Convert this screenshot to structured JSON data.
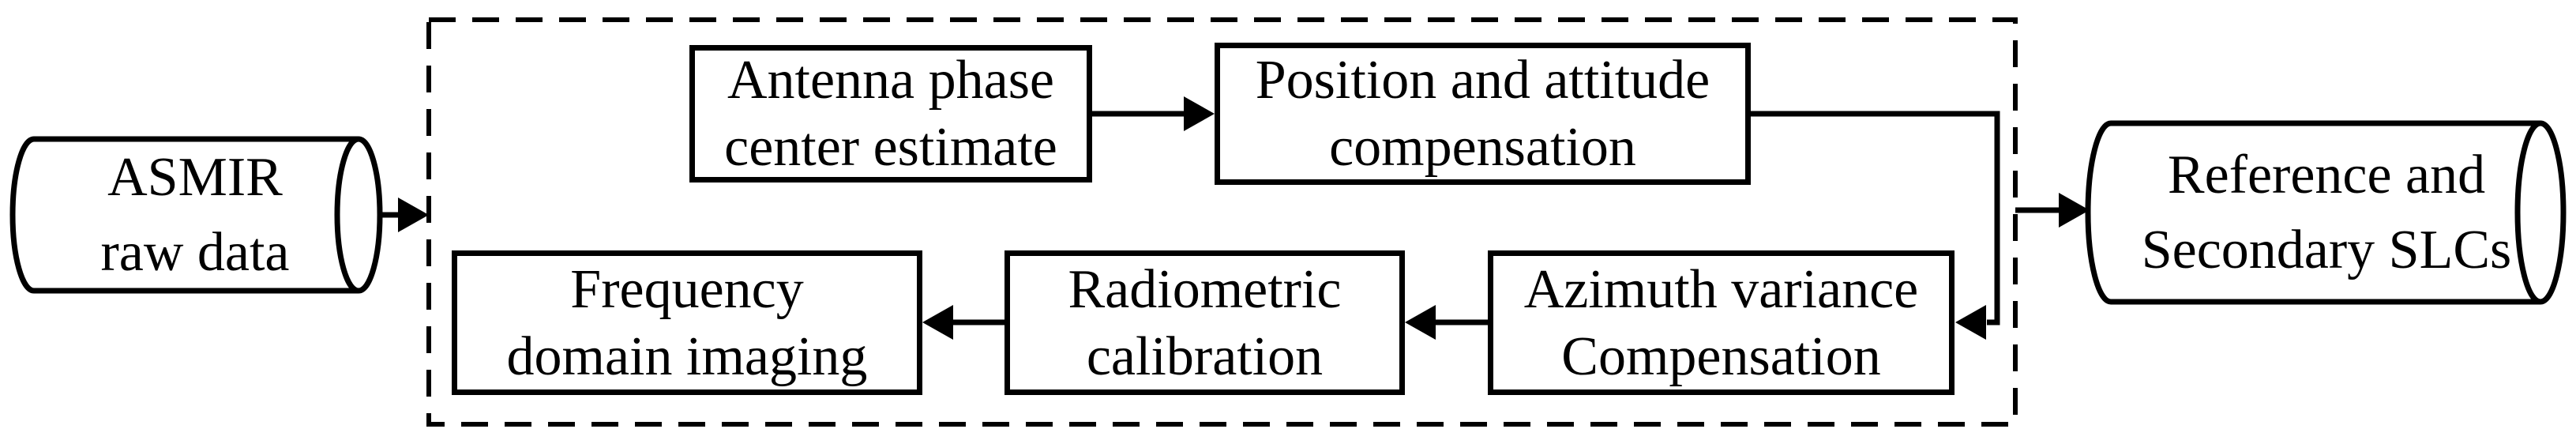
{
  "figure": {
    "kind": "flowchart",
    "background": "#ffffff",
    "stroke_color": "#000000",
    "nodes": {
      "asmir_raw_data": {
        "shape": "cylinder",
        "lines": [
          "ASMIR",
          "raw data"
        ]
      },
      "antenna_phase": {
        "shape": "rect",
        "lines": [
          "Antenna phase",
          "center estimate"
        ]
      },
      "position_attitude": {
        "shape": "rect",
        "lines": [
          "Position and attitude",
          "compensation"
        ]
      },
      "azimuth_variance": {
        "shape": "rect",
        "lines": [
          "Azimuth variance",
          "Compensation"
        ]
      },
      "radiometric": {
        "shape": "rect",
        "lines": [
          "Radiometric",
          "calibration"
        ]
      },
      "frequency_domain": {
        "shape": "rect",
        "lines": [
          "Frequency",
          "domain imaging"
        ]
      },
      "reference_slcs": {
        "shape": "cylinder",
        "lines": [
          "Reference and",
          "Secondary SLCs"
        ]
      }
    },
    "group": {
      "style": "dashed-rectangle",
      "contains": [
        "antenna_phase",
        "position_attitude",
        "azimuth_variance",
        "radiometric",
        "frequency_domain"
      ]
    },
    "edges": [
      {
        "from": "asmir_raw_data",
        "to": "processing_group"
      },
      {
        "from": "antenna_phase",
        "to": "position_attitude"
      },
      {
        "from": "position_attitude",
        "to": "azimuth_variance"
      },
      {
        "from": "azimuth_variance",
        "to": "radiometric"
      },
      {
        "from": "radiometric",
        "to": "frequency_domain"
      },
      {
        "from": "processing_group",
        "to": "reference_slcs"
      }
    ]
  }
}
